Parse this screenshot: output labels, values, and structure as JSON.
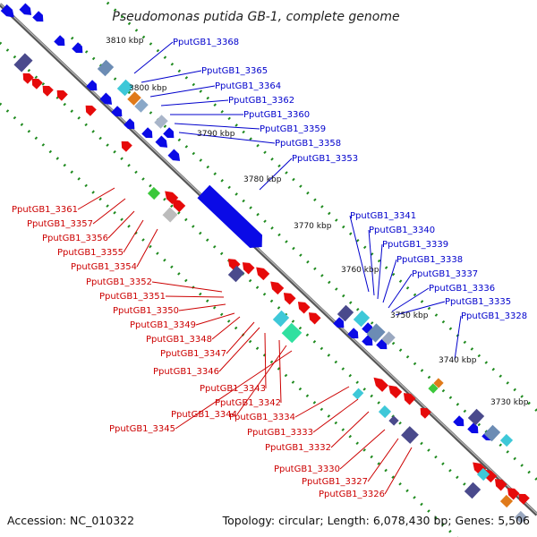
{
  "title": "Pseudomonas putida GB-1, complete genome",
  "footer": {
    "accession": "Accession: NC_010322",
    "summary": "Topology: circular; Length: 6,078,430 bp; Genes: 5,506"
  },
  "colors": {
    "backbone": "#8a8a8a",
    "backbone_dark": "#555555",
    "dots": "#1e8a1e",
    "forward_gene": "#0a0ae6",
    "reverse_gene": "#e60a0a",
    "forward_label": "#0000cc",
    "reverse_label": "#cc0000"
  },
  "ticks": [
    "3810 kbp",
    "3800 kbp",
    "3790 kbp",
    "3780 kbp",
    "3770 kbp",
    "3760 kbp",
    "3750 kbp",
    "3740 kbp",
    "3730 kbp"
  ],
  "forward_labels": [
    "PputGB1_3368",
    "PputGB1_3365",
    "PputGB1_3364",
    "PputGB1_3362",
    "PputGB1_3360",
    "PputGB1_3359",
    "PputGB1_3358",
    "PputGB1_3353",
    "PputGB1_3341",
    "PputGB1_3340",
    "PputGB1_3339",
    "PputGB1_3338",
    "PputGB1_3337",
    "PputGB1_3336",
    "PputGB1_3335",
    "PputGB1_3328"
  ],
  "reverse_labels": [
    "PputGB1_3361",
    "PputGB1_3357",
    "PputGB1_3356",
    "PputGB1_3355",
    "PputGB1_3354",
    "PputGB1_3352",
    "PputGB1_3351",
    "PputGB1_3350",
    "PputGB1_3349",
    "PputGB1_3348",
    "PputGB1_3347",
    "PputGB1_3346",
    "PputGB1_3343",
    "PputGB1_3342",
    "PputGB1_3344",
    "PputGB1_3345",
    "PputGB1_3334",
    "PputGB1_3333",
    "PputGB1_3332",
    "PputGB1_3330",
    "PputGB1_3327",
    "PputGB1_3326"
  ]
}
